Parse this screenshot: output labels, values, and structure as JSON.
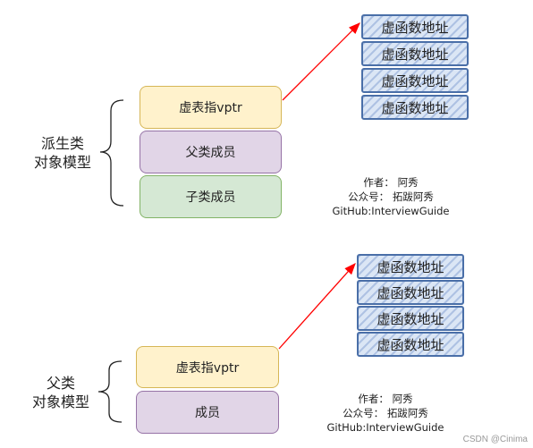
{
  "top": {
    "label_line1": "派生类",
    "label_line2": "对象模型",
    "vptr_label": "虚表指vptr",
    "parent_label": "父类成员",
    "child_label": "子类成员",
    "vtable": [
      "虚函数地址",
      "虚函数地址",
      "虚函数地址",
      "虚函数地址"
    ],
    "author": {
      "line1": "作者： 阿秀",
      "line2": "公众号： 拓跋阿秀",
      "line3": "GitHub:InterviewGuide"
    }
  },
  "bottom": {
    "label_line1": "父类",
    "label_line2": "对象模型",
    "vptr_label": "虚表指vptr",
    "member_label": "成员",
    "vtable": [
      "虚函数地址",
      "虚函数地址",
      "虚函数地址",
      "虚函数地址"
    ],
    "author": {
      "line1": "作者： 阿秀",
      "line2": "公众号： 拓跋阿秀",
      "line3": "GitHub:InterviewGuide"
    }
  },
  "watermark": "CSDN @Cinima",
  "colors": {
    "vptr_fill": "#fff2cc",
    "parent_fill": "#e1d5e7",
    "child_fill": "#d5e8d4",
    "vtable_border": "#4a6fa8",
    "arrow": "#ff0000"
  }
}
